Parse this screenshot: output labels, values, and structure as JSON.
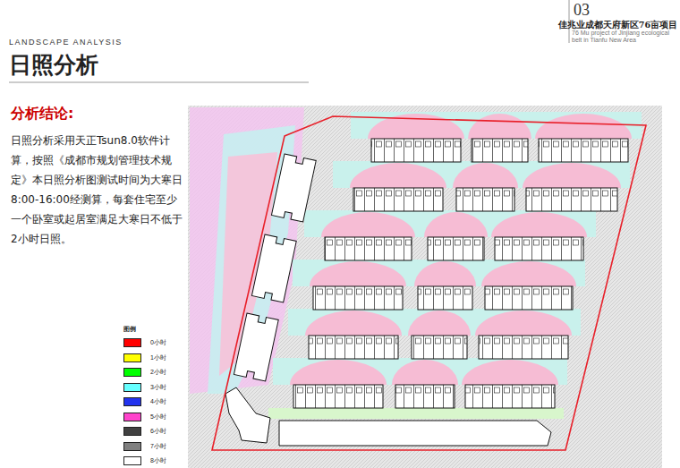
{
  "diagram": {
    "title": "日照分析",
    "labels": [
      "LANDSCAPE ANALYSIS",
      "03",
      "佳兆业成都天府新区76亩项目",
      "76 Mu project of Jinjiang ecological belt in Tianfu New Area",
      "分析结论:",
      "日照分析采用天正Tsun8.0软件计算，按照《成都市规划管理技术规定》本日照分析图测试时间为大寒日8:00-16:00经测算，每套住宅至少一个卧室或起居室满足大寒日不低于2小时日照。",
      "图例"
    ],
    "legend": [
      {
        "text": "0小时",
        "color": "#ff0000"
      },
      {
        "text": "1小时",
        "color": "#ffff00"
      },
      {
        "text": "2小时",
        "color": "#00ff00"
      },
      {
        "text": "3小时",
        "color": "#66ffff"
      },
      {
        "text": "4小时",
        "color": "#2233ee"
      },
      {
        "text": "5小时",
        "color": "#ff44cc"
      },
      {
        "text": "6小时",
        "color": "#404040"
      },
      {
        "text": "7小时",
        "color": "#808080"
      },
      {
        "text": "8小时",
        "color": "#ffffff"
      }
    ]
  }
}
